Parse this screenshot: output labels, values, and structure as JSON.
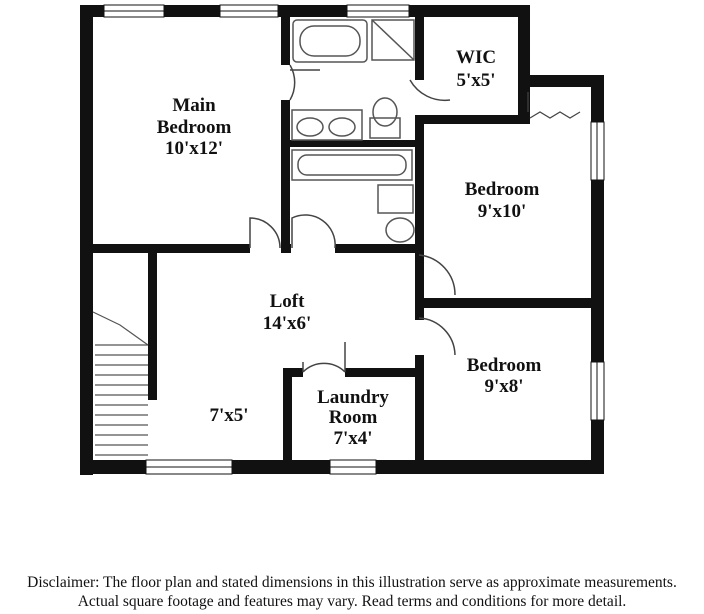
{
  "rooms": {
    "main_bedroom": {
      "line1": "Main",
      "line2": "Bedroom",
      "size": "10'x12'"
    },
    "wic": {
      "name": "WIC",
      "size": "5'x5'"
    },
    "bedroom_2": {
      "name": "Bedroom",
      "size": "9'x10'"
    },
    "loft": {
      "name": "Loft",
      "size": "14'x6'"
    },
    "bedroom_3": {
      "name": "Bedroom",
      "size": "9'x8'"
    },
    "laundry": {
      "line1": "Laundry",
      "line2": "Room",
      "size": "7'x4'"
    },
    "stair_area": {
      "size": "7'x5'"
    }
  },
  "disclaimer": {
    "line1": "Disclaimer: The floor plan and stated dimensions in this illustration serve as approximate measurements.",
    "line2": "Actual square footage and features may vary. Read terms and conditions for more detail."
  },
  "colors": {
    "wall": "#111111",
    "fixture": "#555555",
    "window": "#ffffff"
  }
}
